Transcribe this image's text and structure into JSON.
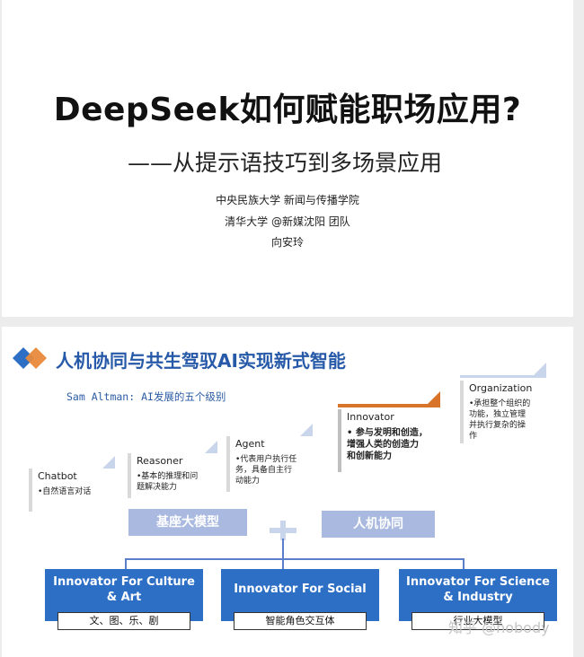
{
  "slide1": {
    "title": "DeepSeek如何赋能职场应用?",
    "subtitle": "——从提示语技巧到多场景应用",
    "affiliations": [
      "中央民族大学 新闻与传播学院",
      "清华大学 @新媒沈阳 团队",
      "向安玲"
    ]
  },
  "slide2": {
    "title": "人机协同与共生驾驭AI实现新式智能",
    "altman_label": "Sam Altman: AI发展的五个级别",
    "levels": [
      {
        "name": "Chatbot",
        "desc": [
          "•自然语言对话"
        ]
      },
      {
        "name": "Reasoner",
        "desc": [
          "•基本的推理和问",
          "题解决能力"
        ]
      },
      {
        "name": "Agent",
        "desc": [
          "•代表用户执行任",
          "务，具备自主行",
          "动能力"
        ]
      },
      {
        "name": "Innovator",
        "desc": [
          "• 参与发明和创造，",
          "增强人类的创造力",
          "和创新能力"
        ]
      },
      {
        "name": "Organization",
        "desc": [
          "•承担整个组织的",
          "功能，独立管理",
          "并执行复杂的操",
          "作"
        ]
      }
    ],
    "mid_boxes": [
      "基座大模型",
      "人机协同"
    ],
    "bottom_boxes": [
      {
        "lines": [
          "Innovator For Culture",
          "& Art"
        ],
        "sub": "文、图、乐、剧"
      },
      {
        "lines": [
          "Innovator For Social"
        ],
        "sub": "智能角色交互体"
      },
      {
        "lines": [
          "Innovator For Science",
          "& Industry"
        ],
        "sub": "行业大模型"
      }
    ],
    "watermark": "知乎 @nobody",
    "colors": {
      "accent_blue": "#2e6fc6",
      "orange": "#d8742a",
      "title_blue": "#2659a8"
    }
  }
}
